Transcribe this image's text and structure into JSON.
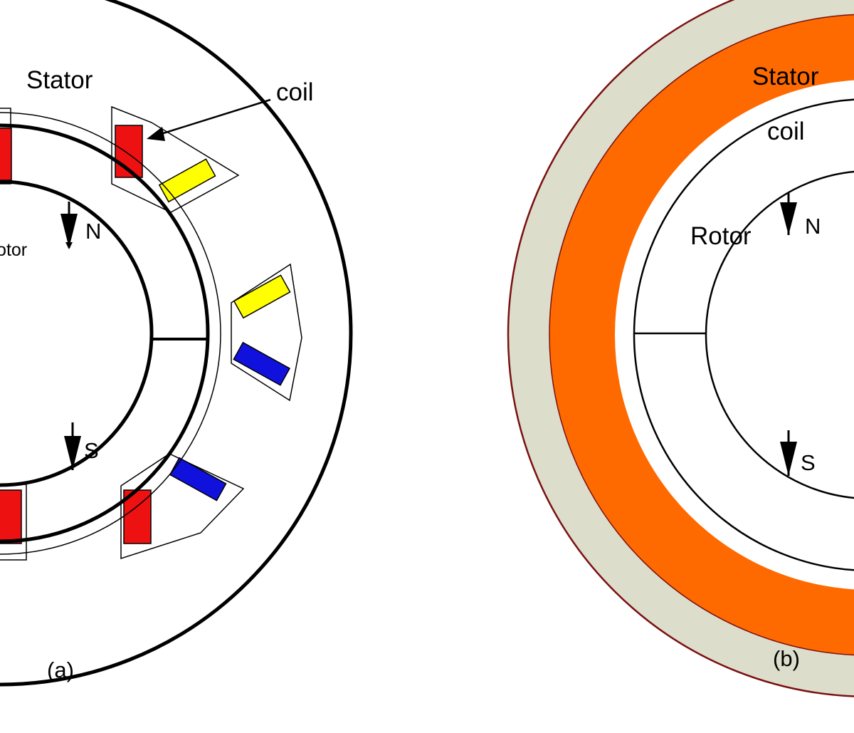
{
  "diagram_a": {
    "stator_label": "Stator",
    "coil_label": "coil",
    "rotor_label": "Rotor",
    "north_label": "N",
    "south_label": "S",
    "caption": "(a)"
  },
  "diagram_b": {
    "stator_label": "Stator",
    "coil_label": "coil",
    "rotor_label": "Rotor",
    "north_label": "N",
    "south_label": "S",
    "caption": "(b)"
  },
  "colors": {
    "coil_red": "#ee1111",
    "coil_yellow": "#ffff00",
    "coil_blue": "#1111dd",
    "coil_band_orange": "#ff6a00",
    "stator_band_beige": "#ddddcc",
    "stator_outline_darkred": "#7a1010",
    "line_black": "#000000"
  }
}
